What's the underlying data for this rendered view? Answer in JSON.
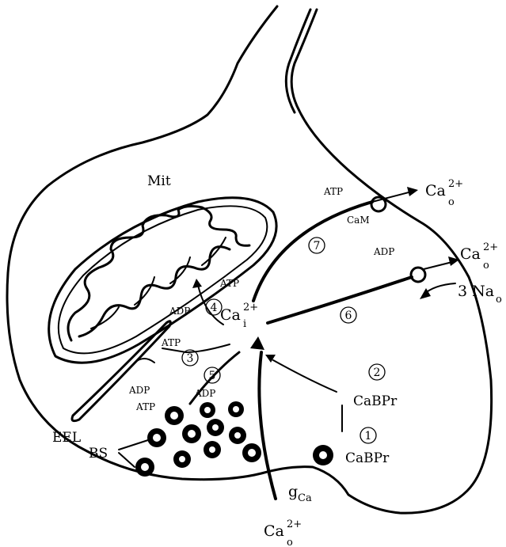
{
  "labels": {
    "mit": "Mit",
    "eel": "EEL",
    "bs": "BS",
    "ca_i": "Ca",
    "ca_i_sup": "2+",
    "ca_i_sub": "i",
    "ca_o_sym": "Ca",
    "ca_o_sup": "2+",
    "ca_o_sub": "o",
    "na_text": "3 Na",
    "na_sub": "o",
    "g": "g",
    "g_sub": "Ca",
    "cam": "CaM",
    "cabpr": "CaBPr",
    "atp": "ATP",
    "adp": "ADP"
  },
  "steps": [
    "1",
    "2",
    "3",
    "4",
    "5",
    "6",
    "7"
  ]
}
